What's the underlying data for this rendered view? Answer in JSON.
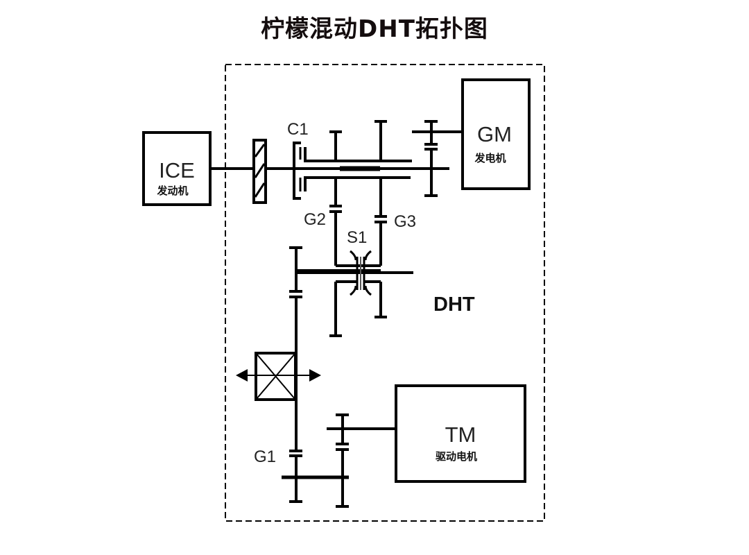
{
  "title": "柠檬混动DHT拓扑图",
  "components": {
    "ice": {
      "label": "ICE",
      "sublabel": "发动机"
    },
    "gm": {
      "label": "GM",
      "sublabel": "发电机"
    },
    "tm": {
      "label": "TM",
      "sublabel": "驱动电机"
    }
  },
  "labels": {
    "c1": "C1",
    "g1": "G1",
    "g2": "G2",
    "g3": "G3",
    "s1": "S1",
    "dht": "DHT"
  },
  "colors": {
    "line": "#000000",
    "title": "#140d0e"
  }
}
